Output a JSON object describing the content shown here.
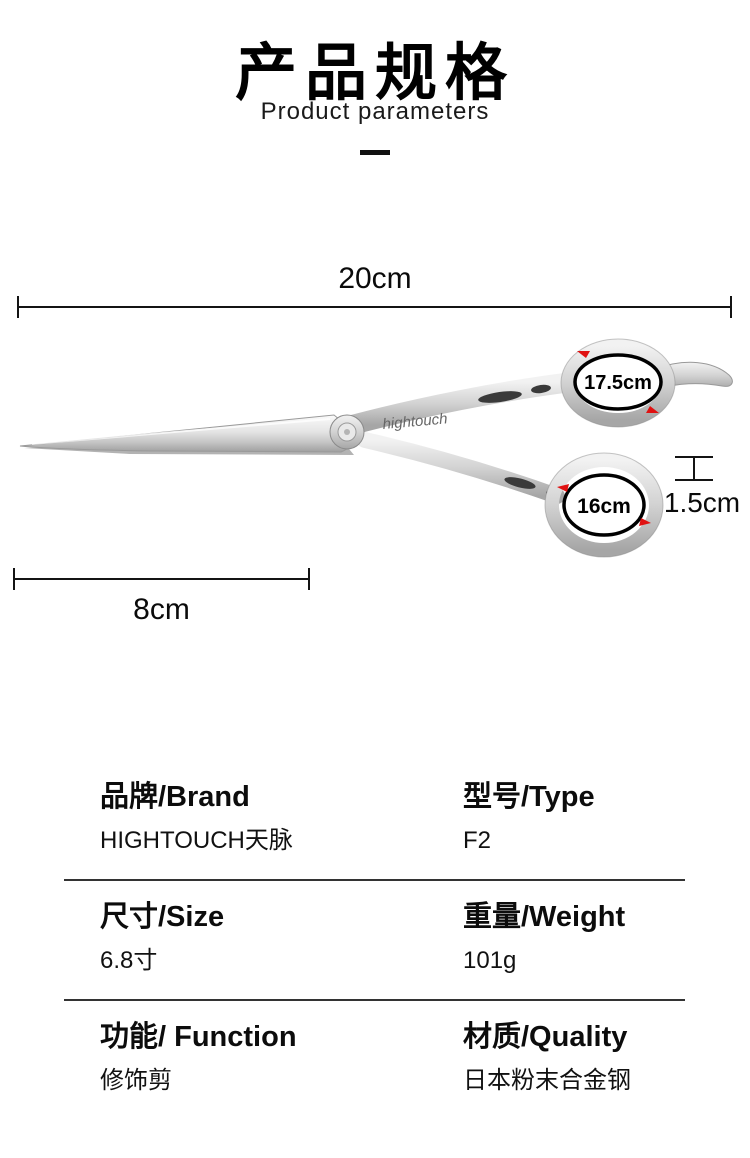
{
  "header": {
    "title": "产品规格",
    "subtitle": "Product parameters"
  },
  "diagram": {
    "overall_length": "20cm",
    "upper_ring_size": "17.5cm",
    "lower_ring_size": "16cm",
    "handle_gap": "1.5cm",
    "blade_length": "8cm",
    "engraving": "hightouch"
  },
  "specs": {
    "rows": [
      {
        "left": {
          "label": "品牌/Brand",
          "value": "HIGHTOUCH天脉"
        },
        "right": {
          "label": "型号/Type",
          "value": "F2"
        }
      },
      {
        "left": {
          "label": "尺寸/Size",
          "value": "6.8寸"
        },
        "right": {
          "label": "重量/Weight",
          "value": "101g"
        }
      },
      {
        "left": {
          "label": "功能/ Function",
          "value": "修饰剪"
        },
        "right": {
          "label": "材质/Quality",
          "value": "日本粉末合金钢"
        }
      }
    ]
  },
  "colors": {
    "arrow_red": "#e01111",
    "line_black": "#141414"
  }
}
